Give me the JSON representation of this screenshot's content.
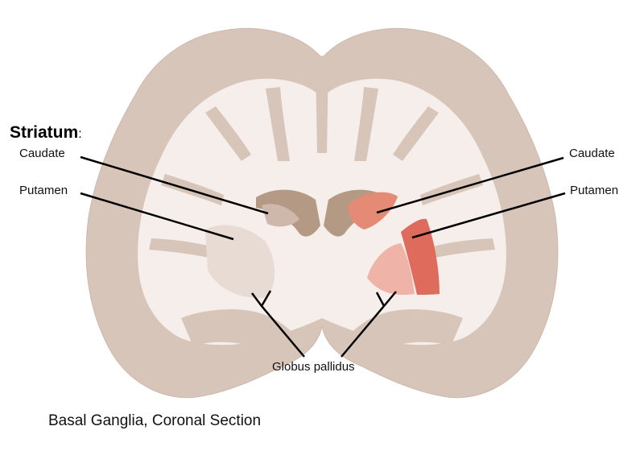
{
  "heading": {
    "text": "Striatum",
    "suffix": ":"
  },
  "left_labels": {
    "caudate": "Caudate",
    "putamen": "Putamen"
  },
  "right_labels": {
    "caudate": "Caudate",
    "putamen": "Putamen"
  },
  "bottom_label": "Globus pallidus",
  "caption": "Basal Ganglia, Coronal Section",
  "colors": {
    "grey_matter": "#d8c5b9",
    "white_matter": "#f6eeea",
    "ventricle": "#b49a84",
    "caudate_highlight": "#e58a74",
    "putamen_highlight": "#de6b5b",
    "globus_pallidus_highlight": "#f0b3a7",
    "leader_line": "#000000"
  }
}
